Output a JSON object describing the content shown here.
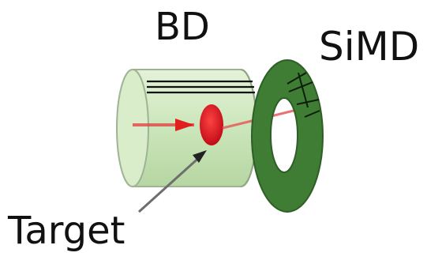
{
  "labels": {
    "bd": "BD",
    "simd": "SiMD",
    "target": "Target"
  },
  "colors": {
    "cylinder_fill": "#cfe8bf",
    "cylinder_edge": "#aab8a0",
    "ring": "#3c7a32",
    "ring_dark": "#2a5a22",
    "beam": "#e23b3b",
    "target": "#d4101a",
    "pointer": "#6e6e6e"
  }
}
